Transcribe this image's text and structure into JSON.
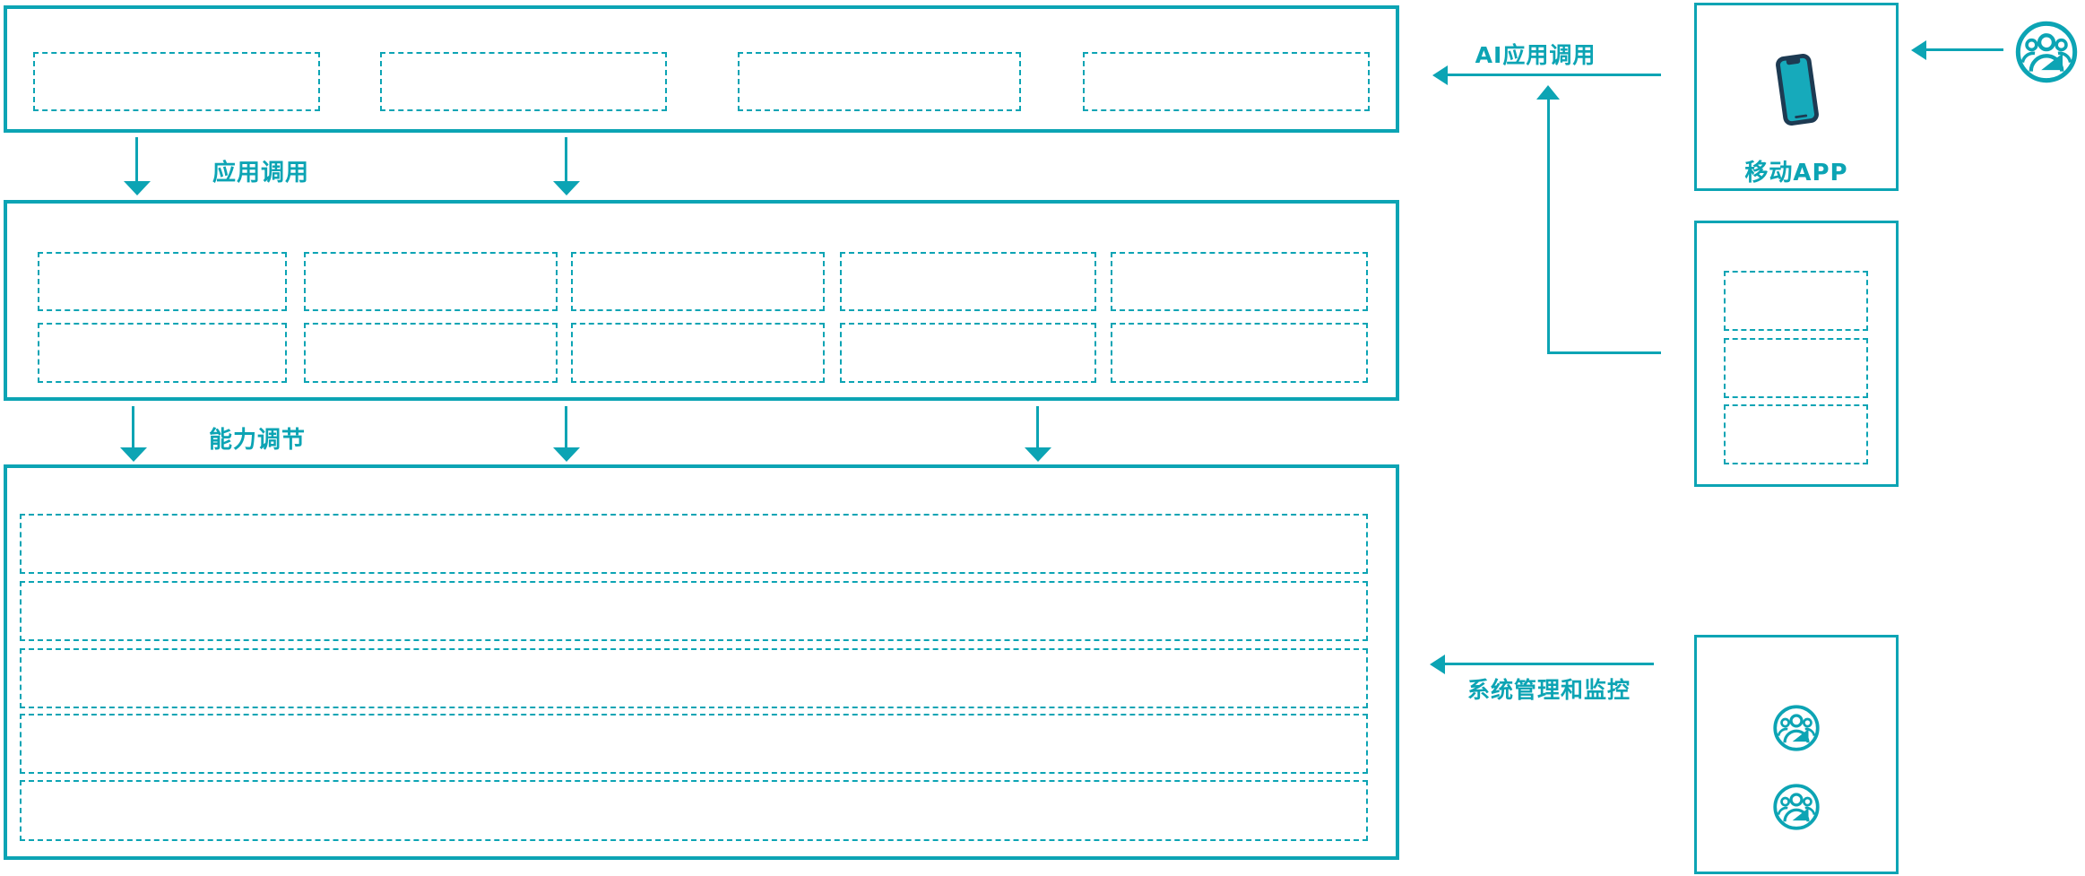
{
  "colors": {
    "accent": "#0ca4b4",
    "phone_frame": "#1d3a52",
    "phone_screen": "#16aabb",
    "background": "#ffffff"
  },
  "labels": {
    "app_call": "应用调用",
    "capability_adjust": "能力调节",
    "ai_app_call": "AI应用调用",
    "system_management": "系统管理和监控",
    "mobile_app": "移动APP"
  },
  "structure": {
    "top_section_placeholders": 4,
    "middle_section_rows": 2,
    "middle_section_cols": 5,
    "bottom_section_rows": 5,
    "right_panel_placeholders": 3,
    "admin_user_icons": 2
  }
}
